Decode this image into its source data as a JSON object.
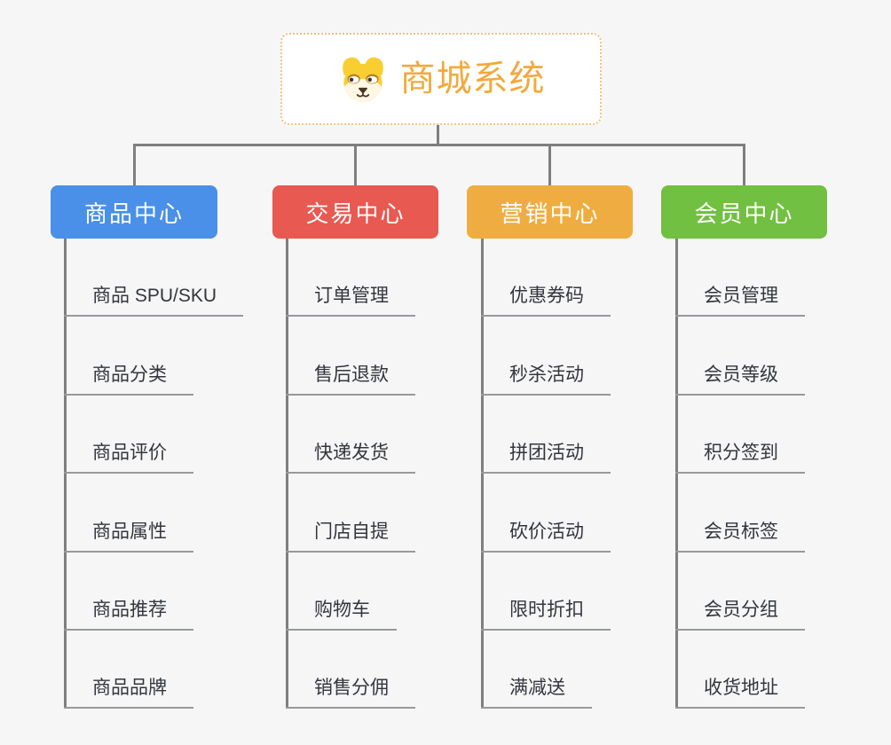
{
  "root": {
    "title": "商城系统",
    "icon": "dog-face-icon"
  },
  "branches": [
    {
      "id": "product-center",
      "label": "商品中心",
      "color": "#4A90E8",
      "items": [
        "商品 SPU/SKU",
        "商品分类",
        "商品评价",
        "商品属性",
        "商品推荐",
        "商品品牌"
      ]
    },
    {
      "id": "trade-center",
      "label": "交易中心",
      "color": "#E75951",
      "items": [
        "订单管理",
        "售后退款",
        "快递发货",
        "门店自提",
        "购物车",
        "销售分佣"
      ]
    },
    {
      "id": "marketing-center",
      "label": "营销中心",
      "color": "#EFAD41",
      "items": [
        "优惠券码",
        "秒杀活动",
        "拼团活动",
        "砍价活动",
        "限时折扣",
        "满减送"
      ]
    },
    {
      "id": "member-center",
      "label": "会员中心",
      "color": "#72C041",
      "items": [
        "会员管理",
        "会员等级",
        "积分签到",
        "会员标签",
        "会员分组",
        "收货地址"
      ]
    }
  ],
  "colors": {
    "root_accent": "#F2A93C",
    "root_border": "#F3C27E",
    "connector": "#7F7F7F",
    "leaf_underline": "#98999B",
    "leaf_text": "#33363C",
    "background": "#F6F6F6"
  }
}
